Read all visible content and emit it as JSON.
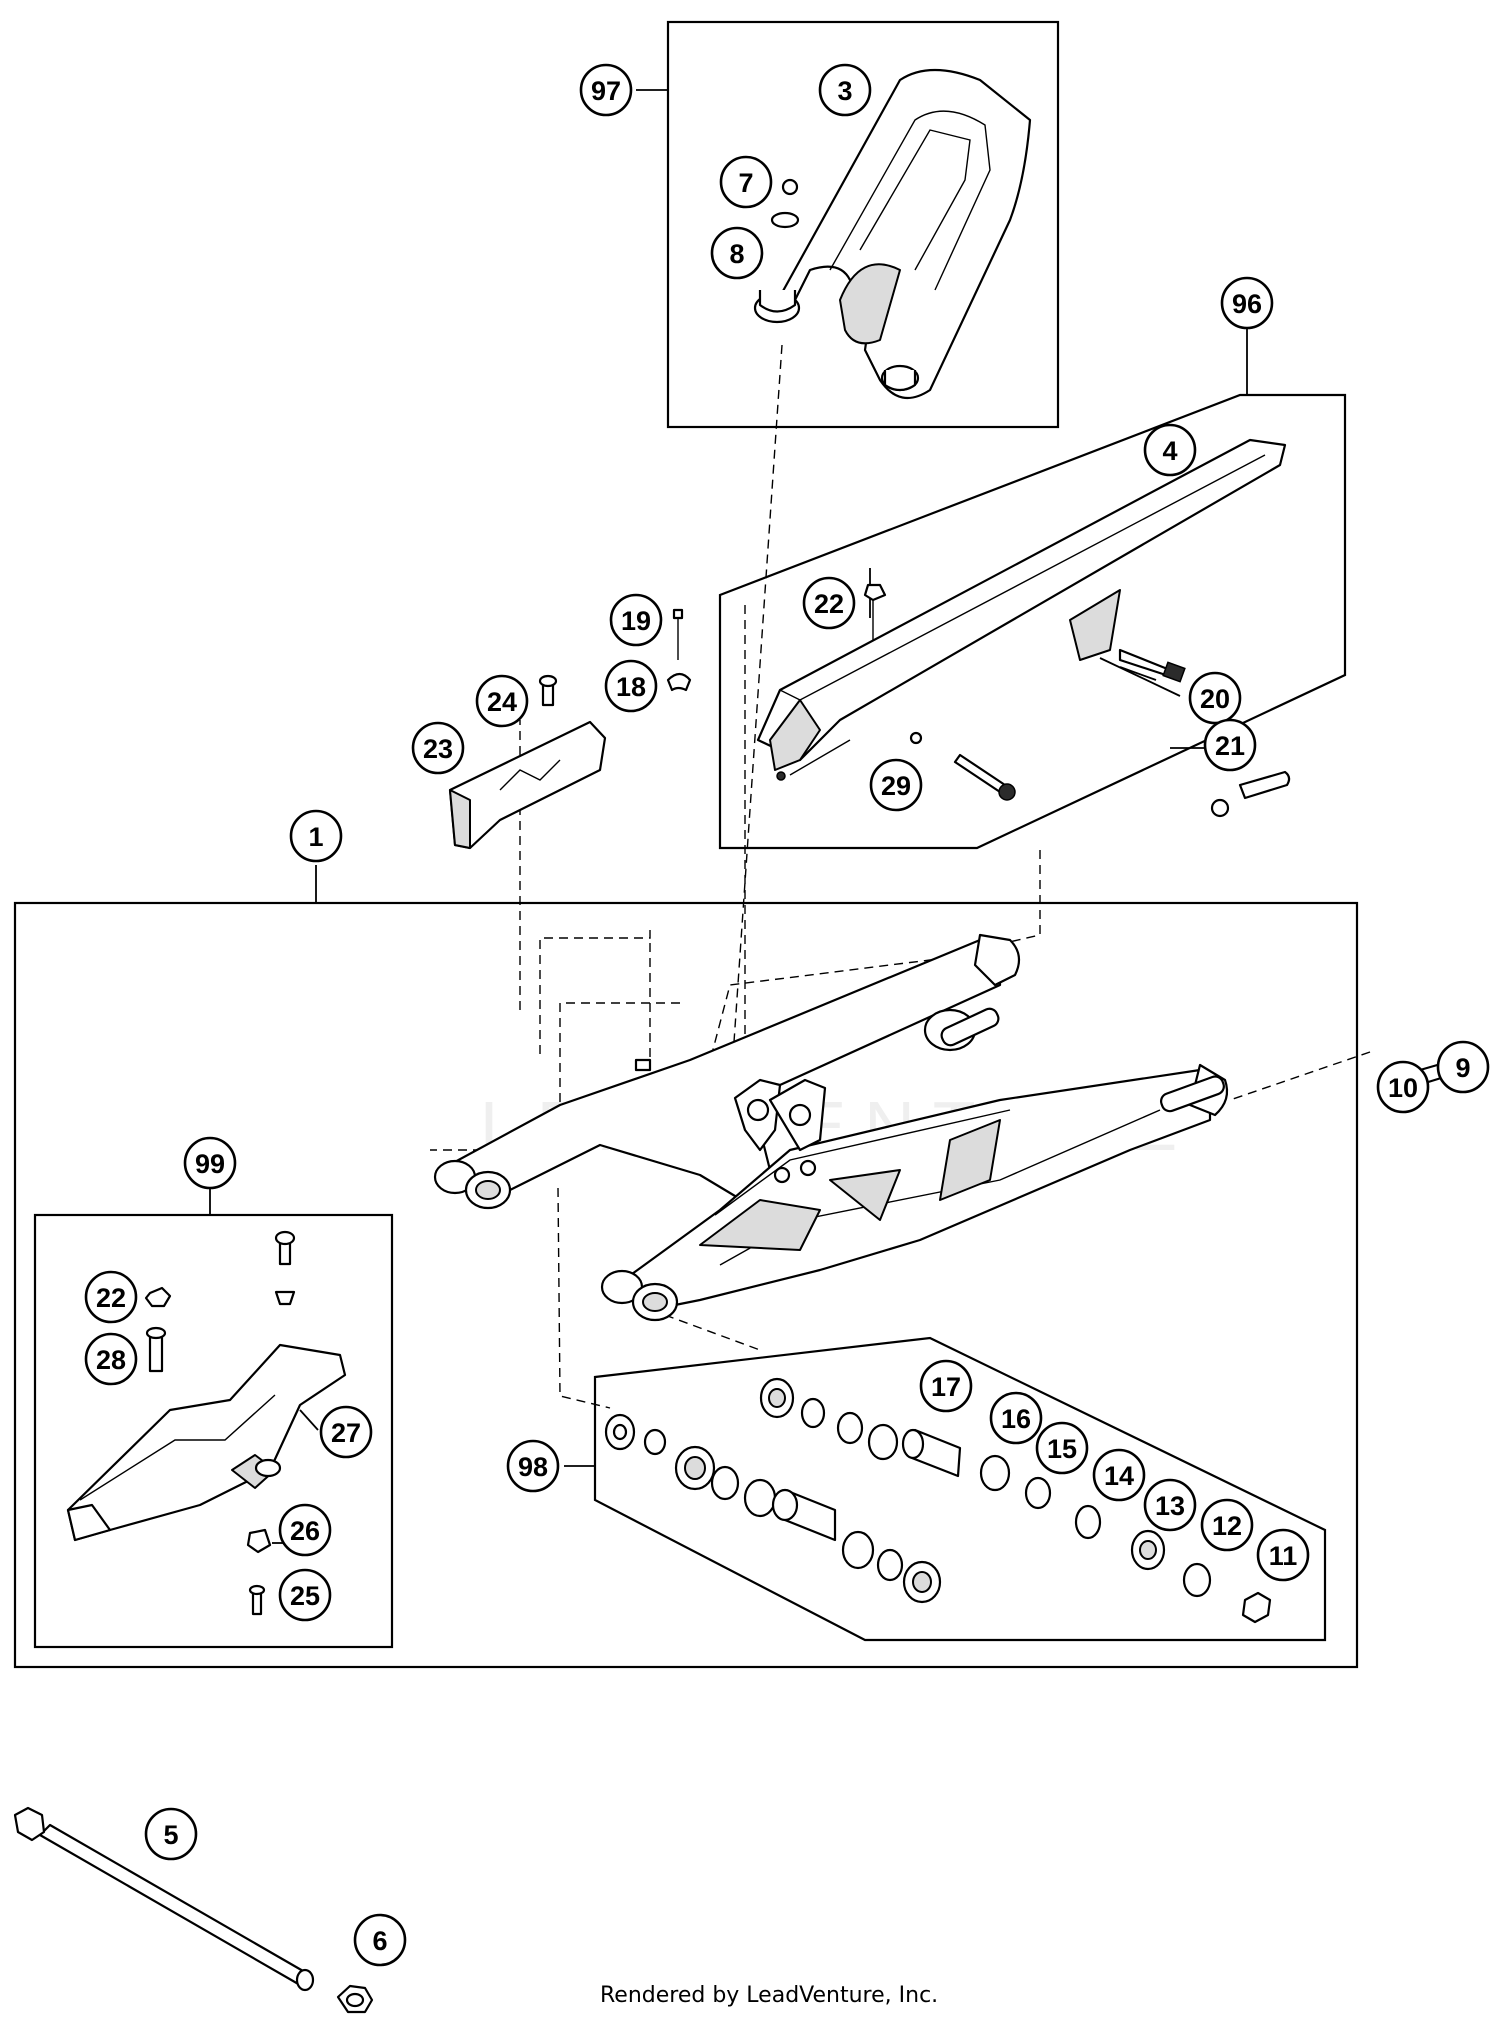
{
  "watermark": "LEADVENTURE",
  "credit": "Rendered by LeadVenture, Inc.",
  "callouts": [
    {
      "label": "97"
    },
    {
      "label": "3"
    },
    {
      "label": "7"
    },
    {
      "label": "8"
    },
    {
      "label": "96"
    },
    {
      "label": "4"
    },
    {
      "label": "22"
    },
    {
      "label": "19"
    },
    {
      "label": "18"
    },
    {
      "label": "24"
    },
    {
      "label": "23"
    },
    {
      "label": "20"
    },
    {
      "label": "21"
    },
    {
      "label": "29"
    },
    {
      "label": "1"
    },
    {
      "label": "10"
    },
    {
      "label": "9"
    },
    {
      "label": "99"
    },
    {
      "label": "22"
    },
    {
      "label": "28"
    },
    {
      "label": "27"
    },
    {
      "label": "26"
    },
    {
      "label": "25"
    },
    {
      "label": "17"
    },
    {
      "label": "16"
    },
    {
      "label": "15"
    },
    {
      "label": "14"
    },
    {
      "label": "13"
    },
    {
      "label": "12"
    },
    {
      "label": "11"
    },
    {
      "label": "98"
    },
    {
      "label": "5"
    },
    {
      "label": "6"
    }
  ]
}
